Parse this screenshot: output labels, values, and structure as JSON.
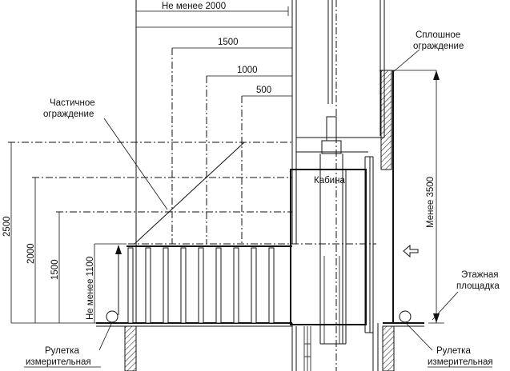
{
  "dimensions": {
    "top_overall": "Не менее 2000",
    "d1500": "1500",
    "d1000": "1000",
    "d500": "500",
    "left_2500": "2500",
    "left_2000": "2000",
    "left_1500": "1500",
    "left_1100": "Не менее 1100",
    "right_3500": "Менее 3500"
  },
  "labels": {
    "partial_line1": "Частичное",
    "partial_line2": "ограждение",
    "solid_line1": "Сплошное",
    "solid_line2": "ограждение",
    "cabin": "Кабина",
    "landing_line1": "Этажная",
    "landing_line2": "площадка",
    "tape_left_line1": "Рулетка",
    "tape_left_line2": "измерительная",
    "tape_right_line1": "Рулетка",
    "tape_right_line2": "измерительная"
  }
}
